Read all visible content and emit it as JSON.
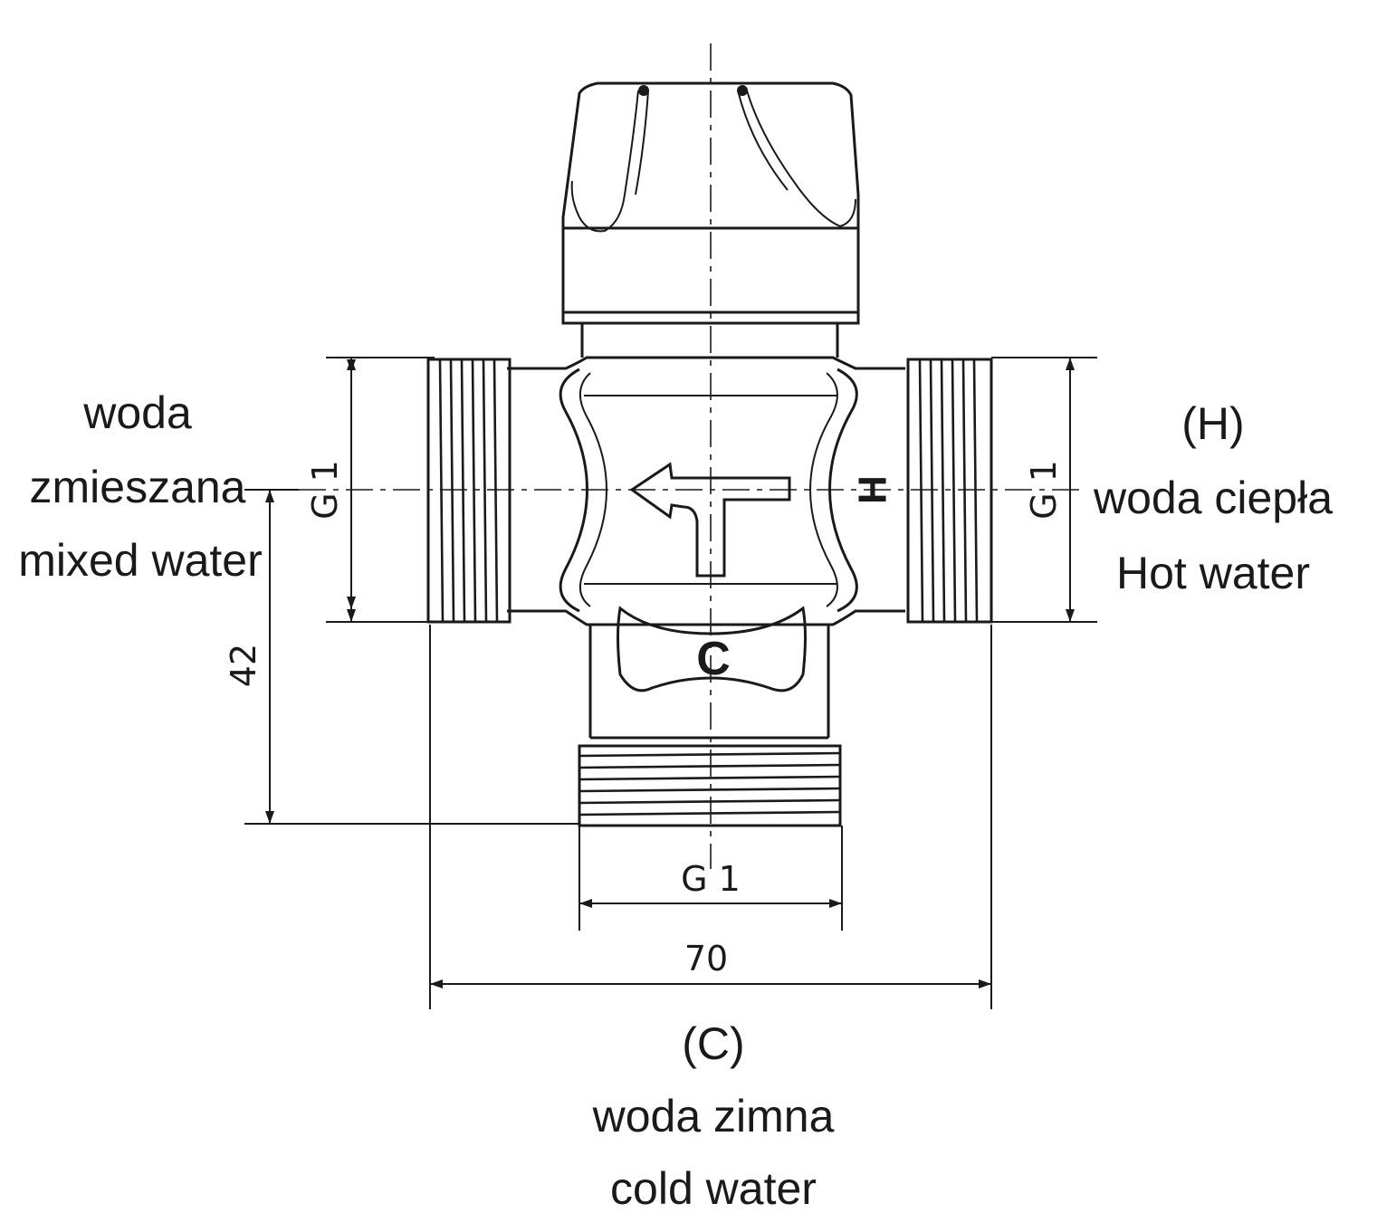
{
  "labels": {
    "mixed": [
      "woda",
      "zmieszana",
      "mixed water"
    ],
    "hot": [
      "(H)",
      "woda ciepła",
      "Hot water"
    ],
    "cold": [
      "(C)",
      "woda zimna",
      "cold water"
    ]
  },
  "dimensions": {
    "left_port": "G 1",
    "right_port": "G 1",
    "bottom_port": "G 1",
    "overall_width": "70",
    "height_to_center": "42"
  },
  "body_marks": {
    "hot": "H",
    "cold": "C"
  }
}
